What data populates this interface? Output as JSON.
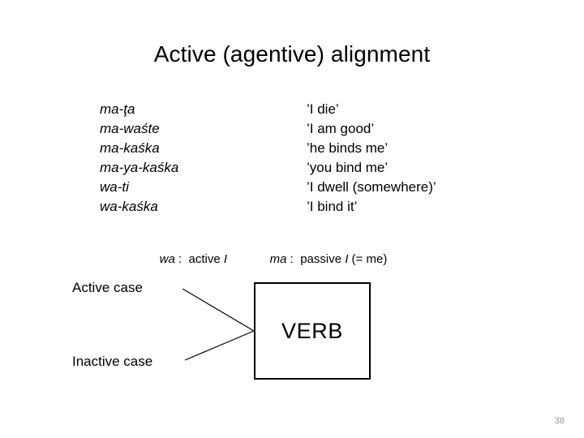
{
  "slide": {
    "title": "Active (agentive) alignment",
    "page_number": "38"
  },
  "examples": {
    "rows": [
      {
        "form": "ma-ţa",
        "gloss": "’I die’"
      },
      {
        "form": "ma-waśte",
        "gloss": "’I am good’"
      },
      {
        "form": "ma-kaśka",
        "gloss": "’he binds me’"
      },
      {
        "form": "ma-ya-kaśka",
        "gloss": "’you bind me’"
      },
      {
        "form": "wa-ti",
        "gloss": "’I dwell (somewhere)’"
      },
      {
        "form": "wa-kaśka",
        "gloss": "’I bind it’"
      }
    ]
  },
  "legend": {
    "active": {
      "morpheme": "wa",
      "separator": " :  ",
      "description": "active ",
      "pronoun": "I"
    },
    "passive": {
      "morpheme": "ma",
      "separator": " :  ",
      "description": "passive ",
      "pronoun": "I",
      "suffix": " (= me)"
    }
  },
  "diagram": {
    "active_case_label": "Active case",
    "inactive_case_label": "Inactive case",
    "verb_label": "VERB",
    "line_color": "#000000",
    "box_border_color": "#000000"
  }
}
